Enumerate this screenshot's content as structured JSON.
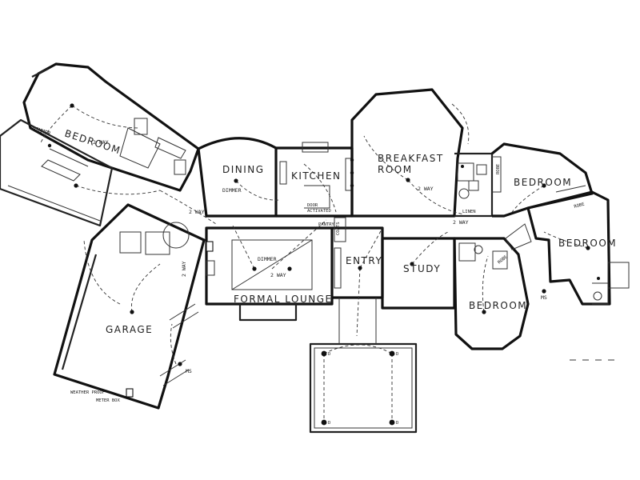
{
  "rooms": {
    "bedroom_master": "BEDROOM",
    "dining": "DINING",
    "kitchen": "KITCHEN",
    "breakfast_line1": "BREAKFAST",
    "breakfast_line2": "ROOM",
    "bedroom_ne": "BEDROOM",
    "bedroom_east": "BEDROOM",
    "entry": "ENTRY",
    "study": "STUDY",
    "bedroom_south": "BEDROOM",
    "formal_lounge": "FORMAL LOUNGE",
    "garage": "GARAGE"
  },
  "notes": {
    "dimmer_bedroom": "DIMMER",
    "two_way_bedroom": "2 WAY",
    "dimmer_dining": "DIMMER",
    "two_way_dining": "2 WAY",
    "door_activated_1": "DOOR",
    "door_activated_2": "ACTIVATED",
    "pantry": "PANTRY",
    "coats": "COATS",
    "dimmer_lounge": "DIMMER",
    "two_way_lounge": "2 WAY",
    "two_way_garage": "2 WAY",
    "two_way_breakfast": "2 WAY",
    "linen": "LINEN",
    "two_way_hall": "2 WAY",
    "robe_1": "ROBE",
    "robe_2": "ROBE",
    "robe_3": "ROBE",
    "ms_1": "MS",
    "ms_2": "MS",
    "weather_proof": "WEATHER PROOF",
    "meter_box": "METER BOX",
    "d1": "D",
    "d2": "D",
    "d3": "D",
    "d4": "D"
  }
}
